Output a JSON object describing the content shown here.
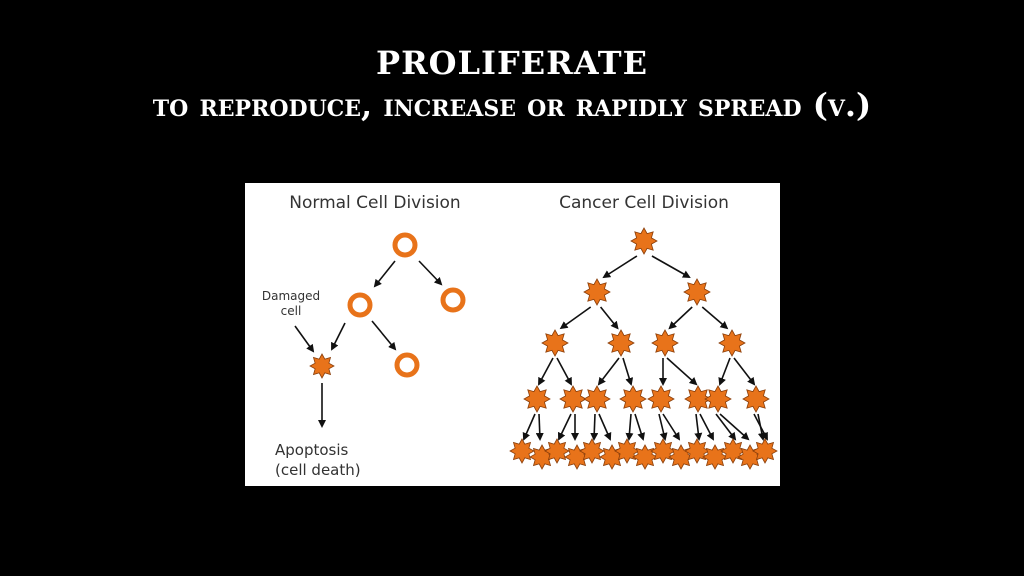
{
  "slide": {
    "title": "PROLIFERATE",
    "subtitle": "TO REPRODUCE, INCREASE OR RAPIDLY SPREAD (V.)"
  },
  "diagram": {
    "normal_heading": "Normal Cell Division",
    "cancer_heading": "Cancer Cell Division",
    "damaged_label_line1": "Damaged",
    "damaged_label_line2": "cell",
    "apoptosis_line1": "Apoptosis",
    "apoptosis_line2": "(cell death)",
    "colors": {
      "cell_orange": "#e8731a",
      "cell_outline": "#8a3e0a",
      "arrow": "#111111",
      "background": "#ffffff"
    }
  }
}
